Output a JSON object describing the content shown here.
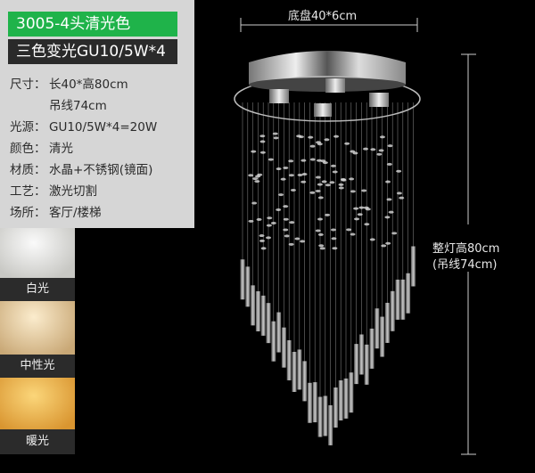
{
  "title_badge": "3005-4头清光色",
  "subtitle_badge": "三色变光GU10/5W*4",
  "specs": [
    {
      "key": "尺寸：",
      "value": "长40*高80cm"
    },
    {
      "key": "",
      "value": "吊线74cm"
    },
    {
      "key": "光源：",
      "value": "GU10/5W*4=20W"
    },
    {
      "key": "颜色：",
      "value": "清光"
    },
    {
      "key": "材质：",
      "value": "水晶+不锈钢(镜面)"
    },
    {
      "key": "工艺：",
      "value": "激光切割"
    },
    {
      "key": "场所：",
      "value": "客厅/楼梯"
    }
  ],
  "light_options": [
    {
      "label": "白光",
      "color": "#e9e9e6"
    },
    {
      "label": "中性光",
      "color": "#e6c99a"
    },
    {
      "label": "暖光",
      "color": "#f0b548"
    }
  ],
  "dimensions": {
    "base": "底盘40*6cm",
    "height": "整灯高80cm",
    "wire": "(吊线74cm)"
  },
  "colors": {
    "accent": "#1fb34a",
    "dark": "#2a2a2a",
    "panel": "#d6d6d6"
  }
}
